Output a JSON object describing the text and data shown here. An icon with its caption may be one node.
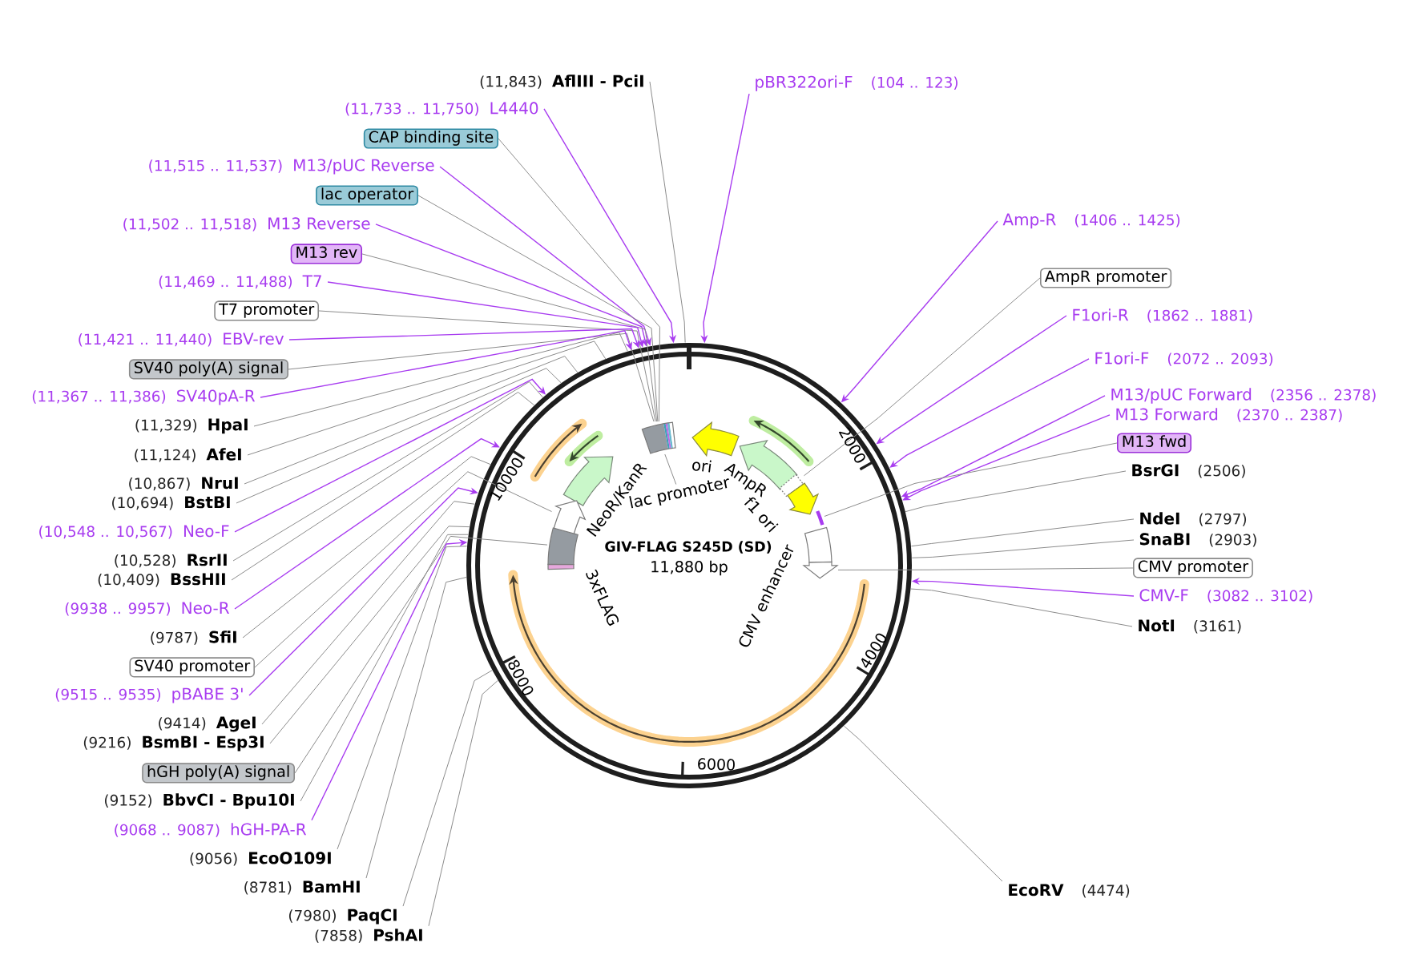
{
  "diagram": {
    "nodes": [
      {
        "text": [
          "GIV-FLAG S245D (SD)",
          "11,880 bp"
        ]
      },
      {
        "text": [
          "(11,843)",
          "AflIII - PciI"
        ]
      },
      {
        "text": [
          "(11,733 .. 11,750)",
          "L4440"
        ]
      },
      {
        "text": [
          "CAP binding site"
        ]
      },
      {
        "text": [
          "(11,515 .. 11,537)",
          "M13/pUC Reverse"
        ]
      },
      {
        "text": [
          "lac operator"
        ]
      },
      {
        "text": [
          "(11,502 .. 11,518)",
          "M13 Reverse"
        ]
      },
      {
        "text": [
          "M13 rev"
        ]
      },
      {
        "text": [
          "(11,469 .. 11,488)",
          "T7"
        ]
      },
      {
        "text": [
          "T7 promoter"
        ]
      },
      {
        "text": [
          "(11,421 .. 11,440)",
          "EBV-rev"
        ]
      },
      {
        "text": [
          "SV40 poly(A) signal"
        ]
      },
      {
        "text": [
          "(11,367 .. 11,386)",
          "SV40pA-R"
        ]
      },
      {
        "text": [
          "(11,329)",
          "HpaI"
        ]
      },
      {
        "text": [
          "(11,124)",
          "AfeI"
        ]
      },
      {
        "text": [
          "(10,867)",
          "NruI"
        ]
      },
      {
        "text": [
          "(10,694)",
          "BstBI"
        ]
      },
      {
        "text": [
          "(10,548 .. 10,567)",
          "Neo-F"
        ]
      },
      {
        "text": [
          "(10,528)",
          "RsrII"
        ]
      },
      {
        "text": [
          "(10,409)",
          "BssHII"
        ]
      },
      {
        "text": [
          "(9938 .. 9957)",
          "Neo-R"
        ]
      },
      {
        "text": [
          "(9787)",
          "SfiI"
        ]
      },
      {
        "text": [
          "SV40 promoter"
        ]
      },
      {
        "text": [
          "(9515 .. 9535)",
          "pBABE 3'"
        ]
      },
      {
        "text": [
          "(9414)",
          "AgeI"
        ]
      },
      {
        "text": [
          "(9216)",
          "BsmBI - Esp3I"
        ]
      },
      {
        "text": [
          "hGH poly(A) signal"
        ]
      },
      {
        "text": [
          "(9152)",
          "BbvCI - Bpu10I"
        ]
      },
      {
        "text": [
          "(9068 .. 9087)",
          "hGH-PA-R"
        ]
      },
      {
        "text": [
          "(9056)",
          "EcoO109I"
        ]
      },
      {
        "text": [
          "(8781)",
          "BamHI"
        ]
      },
      {
        "text": [
          "(7980)",
          "PaqCI"
        ]
      },
      {
        "text": [
          "(7858)",
          "PshAI"
        ]
      },
      {
        "text": [
          "pBR322ori-F",
          "(104 .. 123)"
        ]
      },
      {
        "text": [
          "Amp-R",
          "(1406 .. 1425)"
        ]
      },
      {
        "text": [
          "AmpR promoter"
        ]
      },
      {
        "text": [
          "F1ori-R",
          "(1862 .. 1881)"
        ]
      },
      {
        "text": [
          "F1ori-F",
          "(2072 .. 2093)"
        ]
      },
      {
        "text": [
          "M13/pUC Forward",
          "(2356 .. 2378)"
        ]
      },
      {
        "text": [
          "M13 Forward",
          "(2370 .. 2387)"
        ]
      },
      {
        "text": [
          "M13 fwd"
        ]
      },
      {
        "text": [
          "BsrGI",
          "(2506)"
        ]
      },
      {
        "text": [
          "NdeI",
          "(2797)"
        ]
      },
      {
        "text": [
          "SnaBI",
          "(2903)"
        ]
      },
      {
        "text": [
          "CMV promoter"
        ]
      },
      {
        "text": [
          "CMV-F",
          "(3082 .. 3102)"
        ]
      },
      {
        "text": [
          "NotI",
          "(3161)"
        ]
      },
      {
        "text": [
          "EcoRV",
          "(4474)"
        ]
      },
      {
        "text": [],
        "shape": "box",
        "in": 0
      },
      {
        "text": [],
        "shape": "arrow",
        "in": 0,
        "beside": [
          "ori"
        ]
      },
      {
        "text": [],
        "shape": "arrow",
        "in": 0
      },
      {
        "text": [],
        "shape": "arrow",
        "in": 0
      },
      {
        "text": [],
        "shape": "arrow",
        "in": 0
      },
      {
        "text": [],
        "shape": "arrow",
        "in": 0,
        "beside": [
          "AmpR"
        ]
      },
      {
        "text": [],
        "shape": "arrow",
        "in": 0,
        "beside": [
          "NeoR/KanR"
        ]
      },
      {
        "text": [],
        "shape": "box",
        "in": 0
      },
      {
        "text": [
          "lac promoter"
        ],
        "in": 0
      },
      {
        "text": [],
        "shape": "arrow",
        "in": 0,
        "beside": [
          "f1 ori"
        ]
      },
      {
        "text": [],
        "shape": "arrow",
        "in": 0
      },
      {
        "text": [],
        "shape": "bar",
        "in": 0
      },
      {
        "text": [],
        "shape": "box",
        "in": 0
      },
      {
        "text": [],
        "shape": "box",
        "in": 0
      },
      {
        "text": [],
        "shape": "box",
        "in": 0
      },
      {
        "text": [],
        "shape": "arrow",
        "in": 0
      },
      {
        "text": [],
        "shape": "arrow",
        "in": 0
      }
    ],
    "edges": [
      {
        "from": 1,
        "to": 0,
        "arrow": "none"
      },
      {
        "from": 2,
        "to": 0,
        "arrow": "to",
        "color": "#a83cf0"
      },
      {
        "from": 3,
        "to": 48,
        "arrow": "none"
      },
      {
        "from": 4,
        "to": 0,
        "arrow": "to",
        "color": "#a83cf0"
      },
      {
        "from": 5,
        "to": 48,
        "arrow": "none"
      },
      {
        "from": 6,
        "to": 0,
        "arrow": "to",
        "color": "#a83cf0"
      },
      {
        "from": 7,
        "to": 48,
        "arrow": "none"
      },
      {
        "from": 8,
        "to": 0,
        "arrow": "to",
        "color": "#a83cf0"
      },
      {
        "from": 9,
        "to": 48,
        "arrow": "none"
      },
      {
        "from": 10,
        "to": 0,
        "arrow": "to",
        "color": "#a83cf0"
      },
      {
        "from": 11,
        "to": 48,
        "arrow": "none"
      },
      {
        "from": 12,
        "to": 0,
        "arrow": "to",
        "color": "#a83cf0"
      },
      {
        "from": 13,
        "to": 0,
        "arrow": "none"
      },
      {
        "from": 14,
        "to": 0,
        "arrow": "none"
      },
      {
        "from": 15,
        "to": 0,
        "arrow": "none"
      },
      {
        "from": 16,
        "to": 0,
        "arrow": "none"
      },
      {
        "from": 17,
        "to": 0,
        "arrow": "to",
        "color": "#a83cf0"
      },
      {
        "from": 18,
        "to": 0,
        "arrow": "none"
      },
      {
        "from": 19,
        "to": 0,
        "arrow": "none"
      },
      {
        "from": 20,
        "to": 0,
        "arrow": "to",
        "color": "#a83cf0"
      },
      {
        "from": 21,
        "to": 0,
        "arrow": "none"
      },
      {
        "from": 22,
        "to": 58,
        "arrow": "none"
      },
      {
        "from": 23,
        "to": 0,
        "arrow": "to",
        "color": "#a83cf0"
      },
      {
        "from": 24,
        "to": 0,
        "arrow": "none"
      },
      {
        "from": 25,
        "to": 0,
        "arrow": "none"
      },
      {
        "from": 26,
        "to": 61,
        "arrow": "none"
      },
      {
        "from": 27,
        "to": 0,
        "arrow": "none"
      },
      {
        "from": 28,
        "to": 0,
        "arrow": "to",
        "color": "#a83cf0"
      },
      {
        "from": 29,
        "to": 0,
        "arrow": "none"
      },
      {
        "from": 30,
        "to": 0,
        "arrow": "none"
      },
      {
        "from": 31,
        "to": 0,
        "arrow": "none"
      },
      {
        "from": 32,
        "to": 0,
        "arrow": "none"
      },
      {
        "from": 33,
        "to": 0,
        "arrow": "to",
        "color": "#a83cf0"
      },
      {
        "from": 34,
        "to": 0,
        "arrow": "to",
        "color": "#a83cf0"
      },
      {
        "from": 35,
        "to": 55,
        "arrow": "none"
      },
      {
        "from": 36,
        "to": 0,
        "arrow": "to",
        "color": "#a83cf0"
      },
      {
        "from": 37,
        "to": 0,
        "arrow": "to",
        "color": "#a83cf0"
      },
      {
        "from": 38,
        "to": 0,
        "arrow": "to",
        "color": "#a83cf0"
      },
      {
        "from": 39,
        "to": 0,
        "arrow": "to",
        "color": "#a83cf0"
      },
      {
        "from": 40,
        "to": 59,
        "arrow": "none"
      },
      {
        "from": 41,
        "to": 0,
        "arrow": "none"
      },
      {
        "from": 42,
        "to": 0,
        "arrow": "none"
      },
      {
        "from": 43,
        "to": 0,
        "arrow": "none"
      },
      {
        "from": 44,
        "to": 63,
        "arrow": "none"
      },
      {
        "from": 45,
        "to": 0,
        "arrow": "to",
        "color": "#a83cf0"
      },
      {
        "from": 46,
        "to": 0,
        "arrow": "none"
      },
      {
        "from": 47,
        "to": 0,
        "arrow": "none"
      },
      {
        "from": 56,
        "to": 48,
        "arrow": "none"
      }
    ],
    "labels": [
      "2000",
      "10000",
      "CMV enhancer",
      "3xFLAG",
      "4000",
      "8000",
      "6000"
    ]
  }
}
